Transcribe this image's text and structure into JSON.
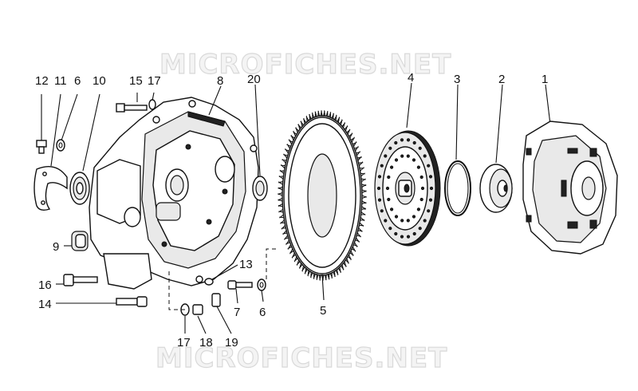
{
  "watermark": "MICROFICHES.NET",
  "callouts": [
    {
      "text": "12"
    },
    {
      "text": "11"
    },
    {
      "text": "6"
    },
    {
      "text": "10"
    },
    {
      "text": "15"
    },
    {
      "text": "17"
    },
    {
      "text": "8"
    },
    {
      "text": "20"
    },
    {
      "text": "4"
    },
    {
      "text": "3"
    },
    {
      "text": "2"
    },
    {
      "text": "1"
    },
    {
      "text": "9"
    },
    {
      "text": "16"
    },
    {
      "text": "14"
    },
    {
      "text": "13"
    },
    {
      "text": "7"
    },
    {
      "text": "6"
    },
    {
      "text": "5"
    },
    {
      "text": "17"
    },
    {
      "text": "18"
    },
    {
      "text": "19"
    }
  ]
}
